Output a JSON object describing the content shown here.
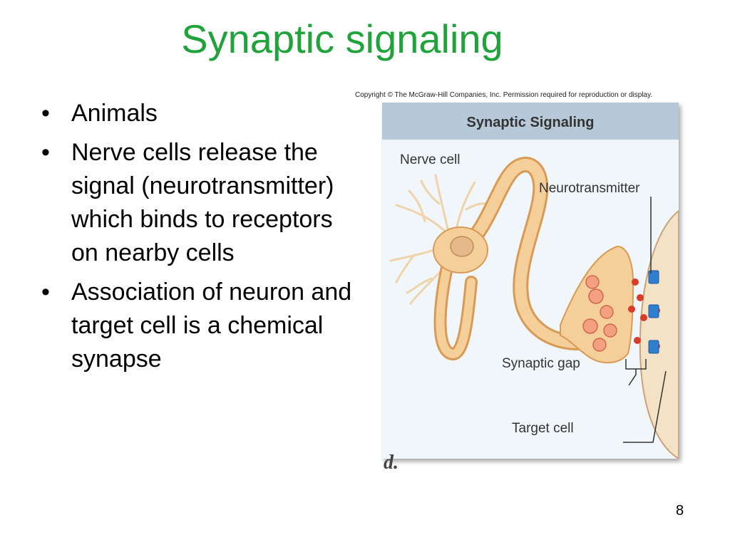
{
  "slide": {
    "title": "Synaptic signaling",
    "page_number": "8",
    "bullets": [
      {
        "marker": "•",
        "text": "Animals"
      },
      {
        "marker": "•",
        "text": "Nerve cells release the signal (neurotransmitter) which binds to receptors on nearby cells"
      },
      {
        "marker": "•",
        "text": "Association of neuron and target cell is a chemical synapse"
      }
    ]
  },
  "figure": {
    "copyright": "Copyright © The McGraw-Hill Companies, Inc. Permission required for reproduction or display.",
    "panel_title": "Synaptic Signaling",
    "labels": {
      "nerve_cell": "Nerve cell",
      "neurotransmitter": "Neurotransmitter",
      "synaptic_gap": "Synaptic gap",
      "target_cell": "Target cell"
    },
    "letter": "d."
  },
  "colors": {
    "title": "#1fa33a",
    "panel_header": "#b7c9d9",
    "panel_body": "#f0f6fa",
    "neuron_fill": "#f5cf9a",
    "neuron_stroke": "#d89a55",
    "vesicle": "#e06a55",
    "neurotransmitter": "#d93b2b",
    "receptor": "#2f7fd0",
    "target_cell": "#f3e2c6"
  }
}
